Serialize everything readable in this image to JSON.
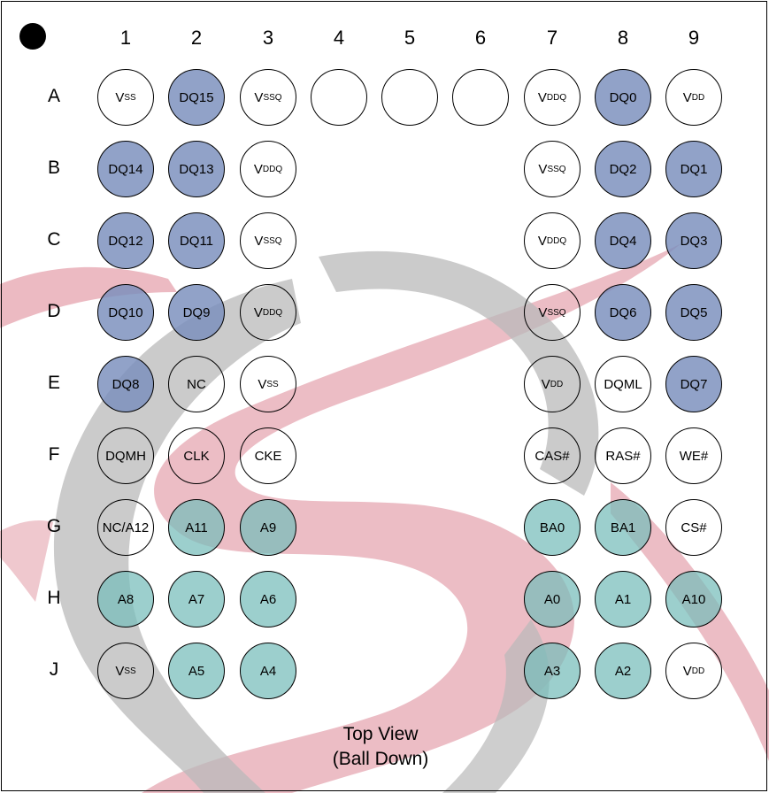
{
  "columns": [
    "1",
    "2",
    "3",
    "4",
    "5",
    "6",
    "7",
    "8",
    "9"
  ],
  "rows": [
    "A",
    "B",
    "C",
    "D",
    "E",
    "F",
    "G",
    "H",
    "J"
  ],
  "balls": [
    {
      "row": "A",
      "col": "1",
      "main": "V",
      "sub": "SS",
      "group": "none"
    },
    {
      "row": "A",
      "col": "2",
      "main": "DQ15",
      "sub": "",
      "group": "dq"
    },
    {
      "row": "A",
      "col": "3",
      "main": "V",
      "sub": "SSQ",
      "group": "none"
    },
    {
      "row": "A",
      "col": "4",
      "main": "",
      "sub": "",
      "group": "none"
    },
    {
      "row": "A",
      "col": "5",
      "main": "",
      "sub": "",
      "group": "none"
    },
    {
      "row": "A",
      "col": "6",
      "main": "",
      "sub": "",
      "group": "none"
    },
    {
      "row": "A",
      "col": "7",
      "main": "V",
      "sub": "DDQ",
      "group": "none"
    },
    {
      "row": "A",
      "col": "8",
      "main": "DQ0",
      "sub": "",
      "group": "dq"
    },
    {
      "row": "A",
      "col": "9",
      "main": "V",
      "sub": "DD",
      "group": "none"
    },
    {
      "row": "B",
      "col": "1",
      "main": "DQ14",
      "sub": "",
      "group": "dq"
    },
    {
      "row": "B",
      "col": "2",
      "main": "DQ13",
      "sub": "",
      "group": "dq"
    },
    {
      "row": "B",
      "col": "3",
      "main": "V",
      "sub": "DDQ",
      "group": "none"
    },
    {
      "row": "B",
      "col": "7",
      "main": "V",
      "sub": "SSQ",
      "group": "none"
    },
    {
      "row": "B",
      "col": "8",
      "main": "DQ2",
      "sub": "",
      "group": "dq"
    },
    {
      "row": "B",
      "col": "9",
      "main": "DQ1",
      "sub": "",
      "group": "dq"
    },
    {
      "row": "C",
      "col": "1",
      "main": "DQ12",
      "sub": "",
      "group": "dq"
    },
    {
      "row": "C",
      "col": "2",
      "main": "DQ11",
      "sub": "",
      "group": "dq"
    },
    {
      "row": "C",
      "col": "3",
      "main": "V",
      "sub": "SSQ",
      "group": "none"
    },
    {
      "row": "C",
      "col": "7",
      "main": "V",
      "sub": "DDQ",
      "group": "none"
    },
    {
      "row": "C",
      "col": "8",
      "main": "DQ4",
      "sub": "",
      "group": "dq"
    },
    {
      "row": "C",
      "col": "9",
      "main": "DQ3",
      "sub": "",
      "group": "dq"
    },
    {
      "row": "D",
      "col": "1",
      "main": "DQ10",
      "sub": "",
      "group": "dq"
    },
    {
      "row": "D",
      "col": "2",
      "main": "DQ9",
      "sub": "",
      "group": "dq"
    },
    {
      "row": "D",
      "col": "3",
      "main": "V",
      "sub": "DDQ",
      "group": "none"
    },
    {
      "row": "D",
      "col": "7",
      "main": "V",
      "sub": "SSQ",
      "group": "none"
    },
    {
      "row": "D",
      "col": "8",
      "main": "DQ6",
      "sub": "",
      "group": "dq"
    },
    {
      "row": "D",
      "col": "9",
      "main": "DQ5",
      "sub": "",
      "group": "dq"
    },
    {
      "row": "E",
      "col": "1",
      "main": "DQ8",
      "sub": "",
      "group": "dq"
    },
    {
      "row": "E",
      "col": "2",
      "main": "NC",
      "sub": "",
      "group": "none"
    },
    {
      "row": "E",
      "col": "3",
      "main": "V",
      "sub": "SS",
      "group": "none"
    },
    {
      "row": "E",
      "col": "7",
      "main": "V",
      "sub": "DD",
      "group": "none"
    },
    {
      "row": "E",
      "col": "8",
      "main": "DQML",
      "sub": "",
      "group": "none"
    },
    {
      "row": "E",
      "col": "9",
      "main": "DQ7",
      "sub": "",
      "group": "dq"
    },
    {
      "row": "F",
      "col": "1",
      "main": "DQMH",
      "sub": "",
      "group": "none"
    },
    {
      "row": "F",
      "col": "2",
      "main": "CLK",
      "sub": "",
      "group": "none"
    },
    {
      "row": "F",
      "col": "3",
      "main": "CKE",
      "sub": "",
      "group": "none"
    },
    {
      "row": "F",
      "col": "7",
      "main": "CAS#",
      "sub": "",
      "group": "none"
    },
    {
      "row": "F",
      "col": "8",
      "main": "RAS#",
      "sub": "",
      "group": "none"
    },
    {
      "row": "F",
      "col": "9",
      "main": "WE#",
      "sub": "",
      "group": "none"
    },
    {
      "row": "G",
      "col": "1",
      "main": "NC/A12",
      "sub": "",
      "group": "none"
    },
    {
      "row": "G",
      "col": "2",
      "main": "A11",
      "sub": "",
      "group": "addr"
    },
    {
      "row": "G",
      "col": "3",
      "main": "A9",
      "sub": "",
      "group": "addr"
    },
    {
      "row": "G",
      "col": "7",
      "main": "BA0",
      "sub": "",
      "group": "addr"
    },
    {
      "row": "G",
      "col": "8",
      "main": "BA1",
      "sub": "",
      "group": "addr"
    },
    {
      "row": "G",
      "col": "9",
      "main": "CS#",
      "sub": "",
      "group": "none"
    },
    {
      "row": "H",
      "col": "1",
      "main": "A8",
      "sub": "",
      "group": "addr"
    },
    {
      "row": "H",
      "col": "2",
      "main": "A7",
      "sub": "",
      "group": "addr"
    },
    {
      "row": "H",
      "col": "3",
      "main": "A6",
      "sub": "",
      "group": "addr"
    },
    {
      "row": "H",
      "col": "7",
      "main": "A0",
      "sub": "",
      "group": "addr"
    },
    {
      "row": "H",
      "col": "8",
      "main": "A1",
      "sub": "",
      "group": "addr"
    },
    {
      "row": "H",
      "col": "9",
      "main": "A10",
      "sub": "",
      "group": "addr"
    },
    {
      "row": "J",
      "col": "1",
      "main": "V",
      "sub": "SS",
      "group": "none"
    },
    {
      "row": "J",
      "col": "2",
      "main": "A5",
      "sub": "",
      "group": "addr"
    },
    {
      "row": "J",
      "col": "3",
      "main": "A4",
      "sub": "",
      "group": "addr"
    },
    {
      "row": "J",
      "col": "7",
      "main": "A3",
      "sub": "",
      "group": "addr"
    },
    {
      "row": "J",
      "col": "8",
      "main": "A2",
      "sub": "",
      "group": "addr"
    },
    {
      "row": "J",
      "col": "9",
      "main": "V",
      "sub": "DD",
      "group": "none"
    }
  ],
  "caption": {
    "line1": "Top View",
    "line2": "(Ball Down)"
  },
  "colors": {
    "dq": "#798ebc",
    "addr": "#76bcba",
    "watermark_red": "#e5a3ae",
    "watermark_gray": "#b9b9b9"
  },
  "icons": {
    "pin1": "filled-circle-icon"
  }
}
